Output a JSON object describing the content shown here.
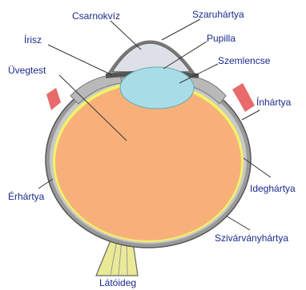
{
  "labels": {
    "csarnokviz": "Csarnokvíz",
    "szaruhartya": "Szaruhártya",
    "irisz": "Írisz",
    "pupilla": "Pupilla",
    "szemlencse": "Szemlencse",
    "uvegtest": "Üvegtest",
    "inhartya": "Ínhártya",
    "ideghartya": "Ideghártya",
    "erhartya": "Érhártya",
    "szivarvanyhartya": "Szivárványhártya",
    "latoideg": "Látóideg"
  },
  "colors": {
    "vitreous": "#f8b07a",
    "lens": "#a8dde8",
    "cornea": "#dde0e6",
    "sclera": "#7a7a7a",
    "retina": "#f2f266",
    "muscle": "#e86a6a",
    "label_text": "#1a2a8c"
  }
}
